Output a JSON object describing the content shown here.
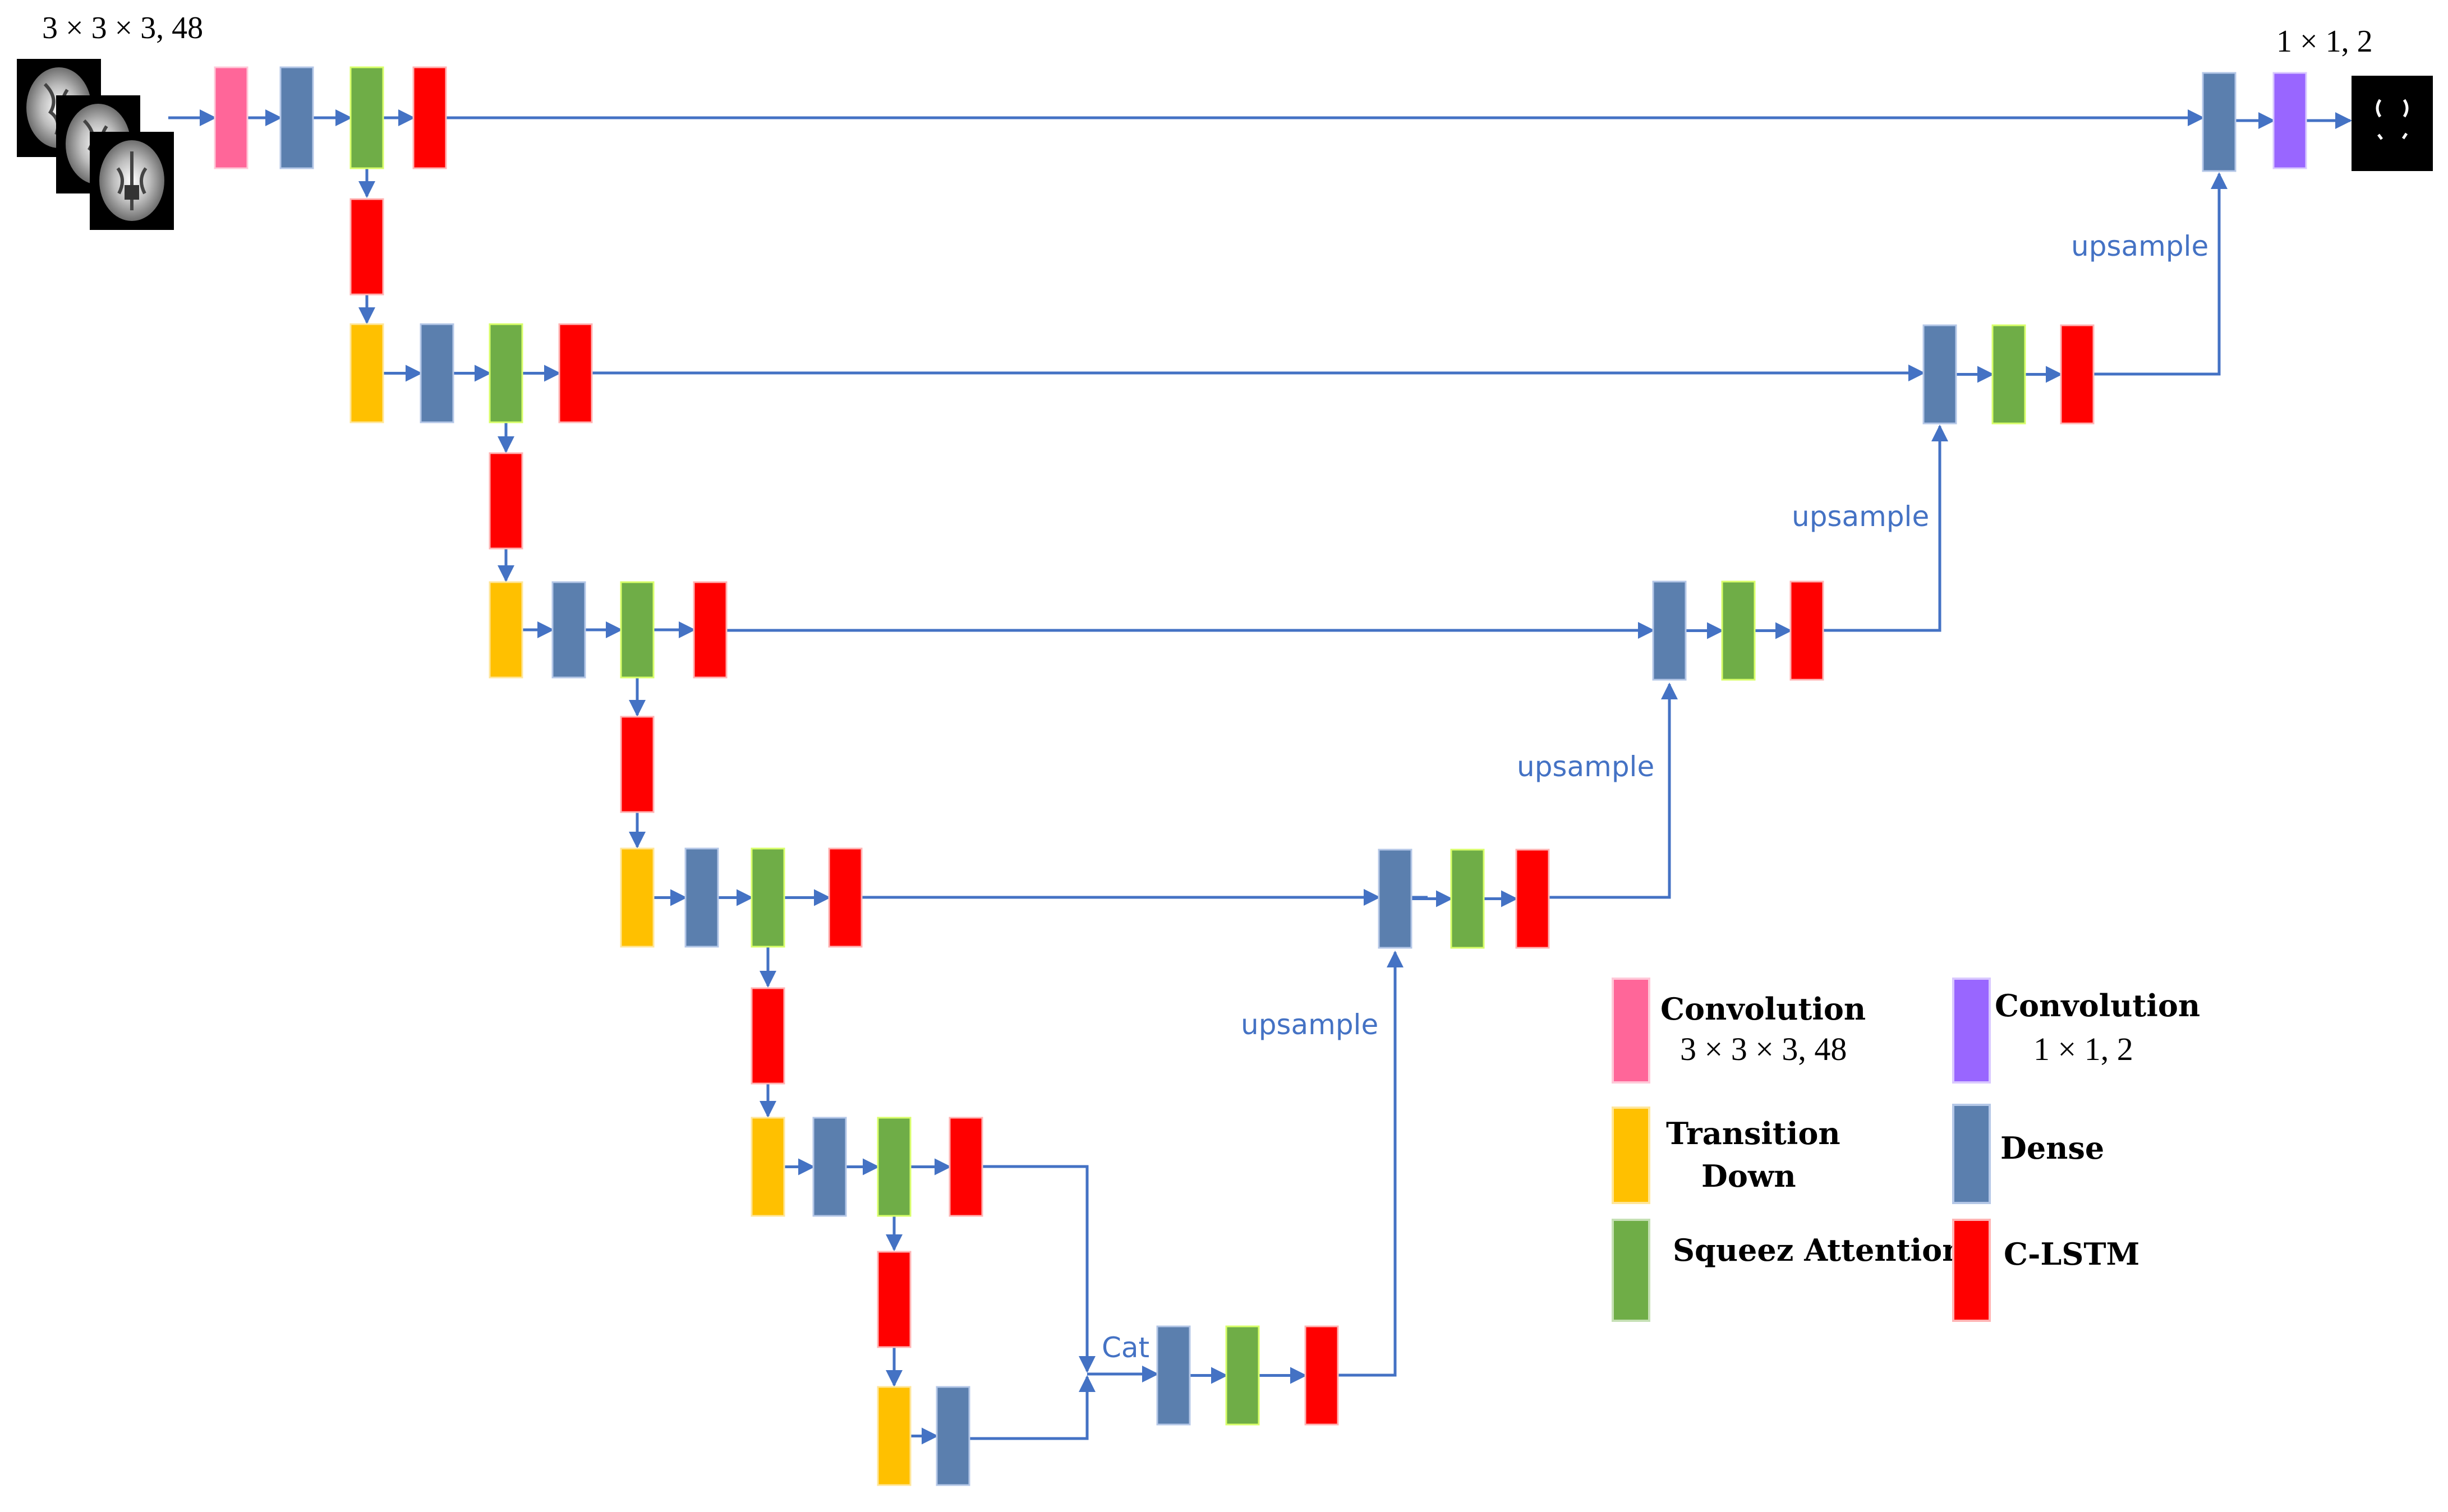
{
  "labels": {
    "input_dims": "3 × 3 × 3, 48",
    "output_dims": "1 × 1, 2",
    "upsample": "upsample",
    "cat": "Cat"
  },
  "legend": {
    "convolution_3": {
      "title": "Convolution",
      "dims": "3 × 3 × 3, 48"
    },
    "transition_down": {
      "line1": "Transition",
      "line2": "Down"
    },
    "squeeze_attention": {
      "title": "Squeez Attention"
    },
    "convolution_1": {
      "title": "Convolution",
      "dims": "1 × 1, 2"
    },
    "dense": {
      "title": "Dense"
    },
    "clstm": {
      "title": "C-LSTM"
    }
  },
  "colors": {
    "convolution_3": "#ff6699",
    "transition_down": "#ffc000",
    "dense": "#5b7fae",
    "squeeze_attention": "#6fad47",
    "clstm": "#ff0000",
    "convolution_1": "#9966ff",
    "arrow": "#4472c4",
    "image_bg": "#000000"
  },
  "icons": {
    "input": "brain-mri-slices-icon",
    "output": "segmentation-mask-icon"
  }
}
